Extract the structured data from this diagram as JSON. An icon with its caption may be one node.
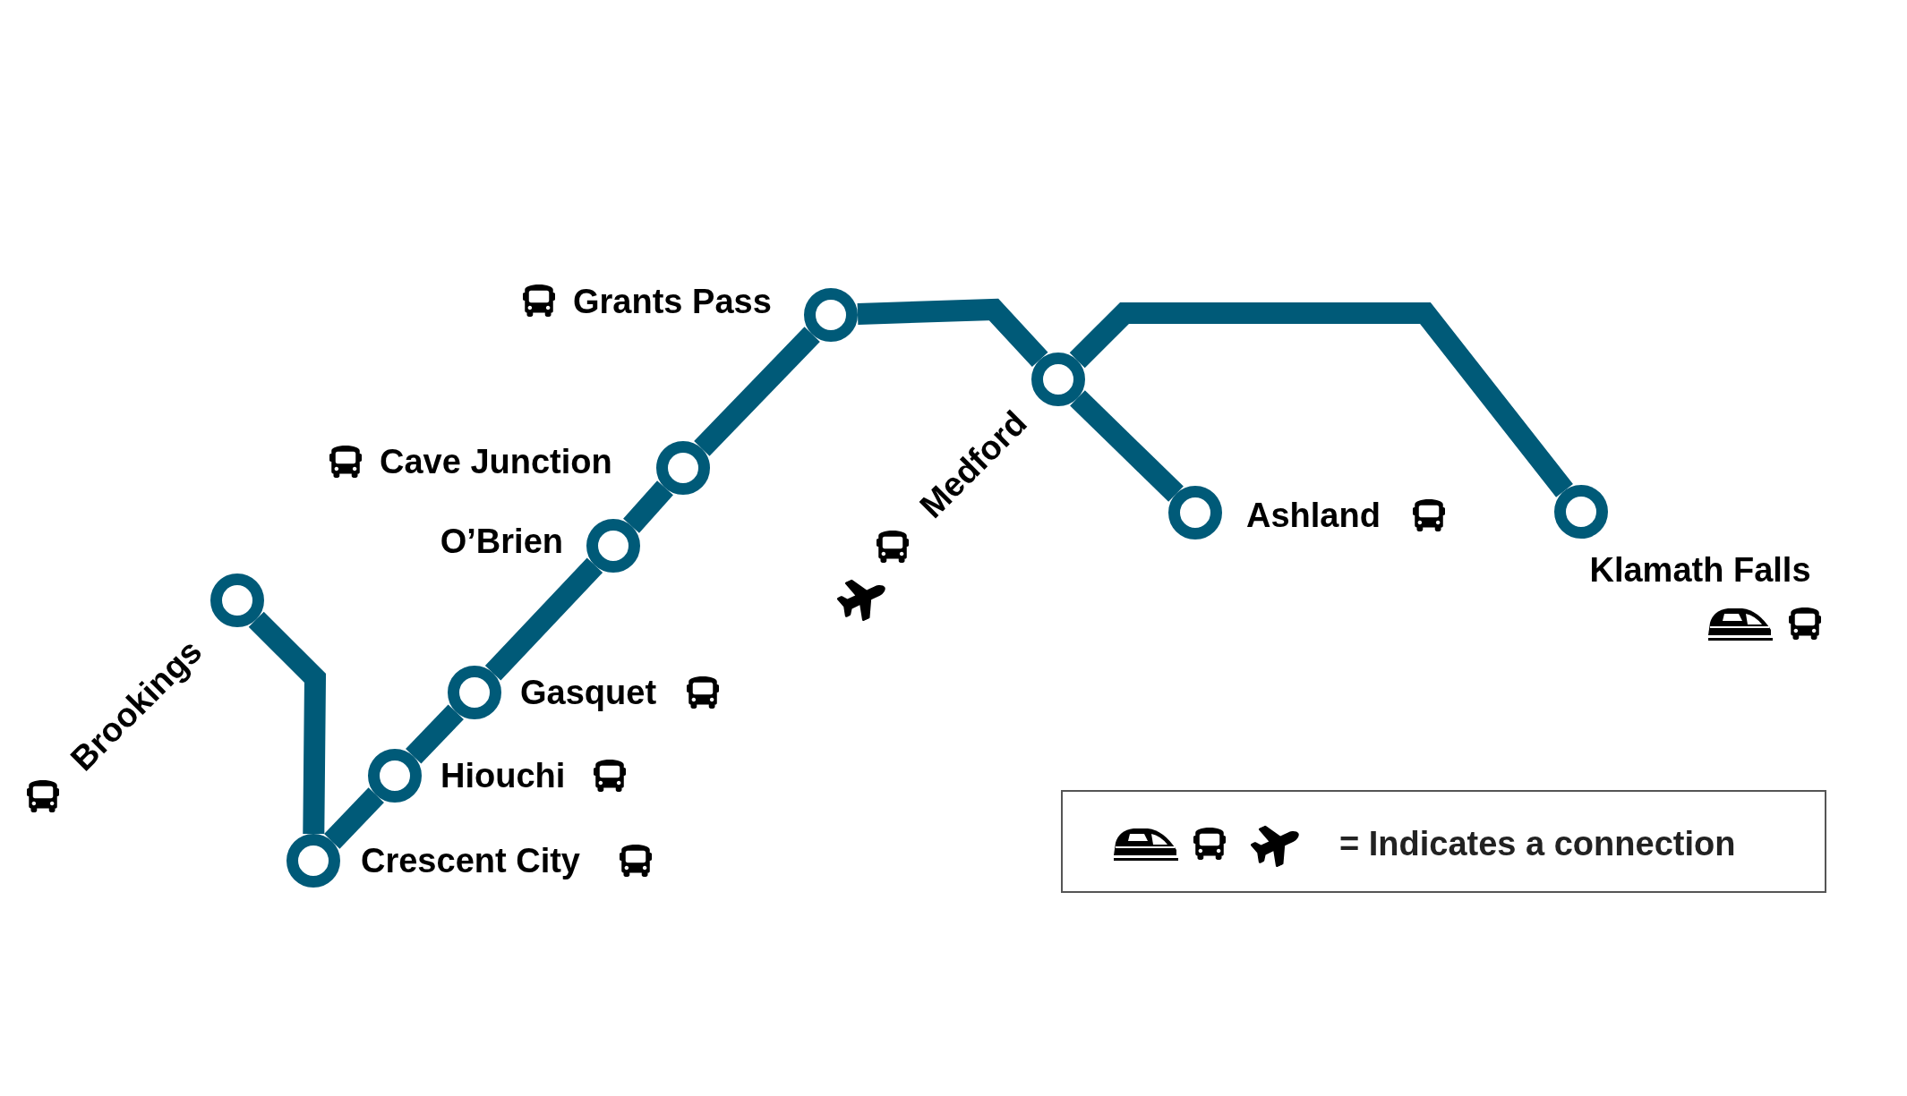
{
  "diagram": {
    "nodes": [
      {
        "text": [],
        "shape": "circle",
        "beside": [
          "Brookings"
        ]
      },
      {
        "text": [],
        "shape": "circle",
        "beside": [
          "Crescent City"
        ]
      },
      {
        "text": [],
        "shape": "circle",
        "beside": [
          "Hiouchi"
        ]
      },
      {
        "text": [],
        "shape": "circle",
        "beside": [
          "Gasquet"
        ]
      },
      {
        "text": [],
        "shape": "circle",
        "beside": [
          "O’Brien"
        ]
      },
      {
        "text": [],
        "shape": "circle",
        "beside": [
          "Cave Junction"
        ]
      },
      {
        "text": [],
        "shape": "circle",
        "beside": [
          "Grants Pass"
        ]
      },
      {
        "text": [],
        "shape": "circle",
        "beside": [
          "Medford"
        ]
      },
      {
        "text": [],
        "shape": "circle",
        "beside": [
          "Ashland"
        ]
      },
      {
        "text": [],
        "shape": "circle",
        "beside": [
          "Klamath Falls"
        ]
      }
    ],
    "edges": [
      {
        "from": 0,
        "to": 1,
        "arrow": "none"
      },
      {
        "from": 1,
        "to": 2,
        "arrow": "none"
      },
      {
        "from": 2,
        "to": 3,
        "arrow": "none"
      },
      {
        "from": 3,
        "to": 4,
        "arrow": "none"
      },
      {
        "from": 4,
        "to": 5,
        "arrow": "none"
      },
      {
        "from": 5,
        "to": 6,
        "arrow": "none"
      },
      {
        "from": 6,
        "to": 7,
        "arrow": "none"
      },
      {
        "from": 7,
        "to": 8,
        "arrow": "none"
      },
      {
        "from": 7,
        "to": 9,
        "arrow": "none"
      }
    ],
    "legend": [
      {
        "text": "= Indicates a connection"
      }
    ]
  }
}
